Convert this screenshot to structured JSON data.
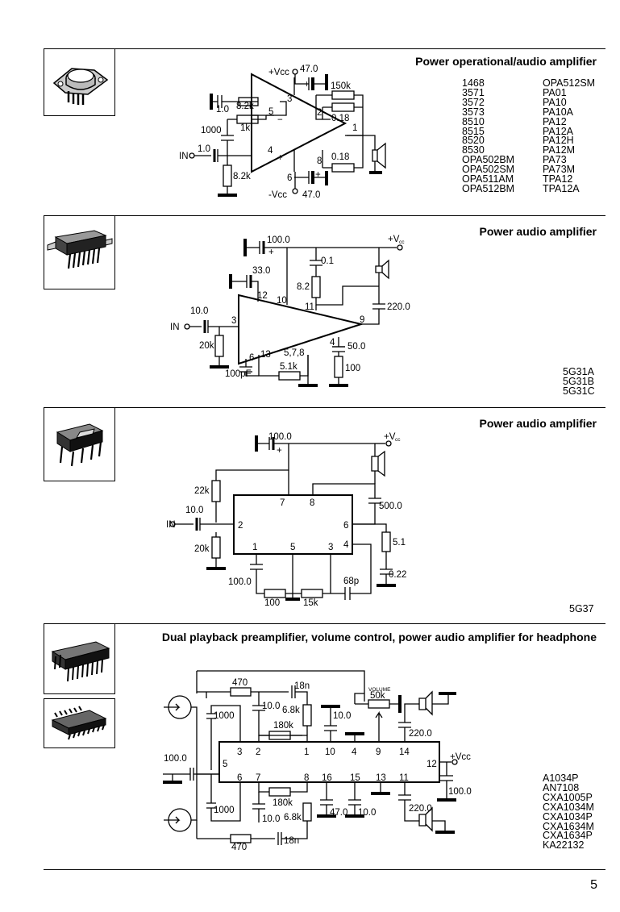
{
  "page_number": "5",
  "sections": [
    {
      "title": "Power operational/audio amplifier",
      "parts_col1": [
        "1468",
        "3571",
        "3572",
        "3573",
        "8510",
        "8515",
        "8520",
        "8530",
        "OPA502BM",
        "OPA502SM",
        "OPA511AM",
        "OPA512BM"
      ],
      "parts_col2": [
        "OPA512SM",
        "PA01",
        "PA10",
        "PA10A",
        "PA12",
        "PA12A",
        "PA12H",
        "PA12M",
        "PA73",
        "PA73M",
        "TPA12",
        "TPA12A"
      ],
      "labels": {
        "vcc_pos": "+Vcc",
        "c_top": "47.0",
        "r_fb": "150k",
        "r_82k_top": "8.2k",
        "c_10": "1.0",
        "pin5": "5",
        "minus": "−",
        "pin3": "3",
        "pin2": "2",
        "r_018_top": "0.18",
        "pin1": "1",
        "c_1000": "1000",
        "r_1k": "1k",
        "in": "IN",
        "c_in": "1.0",
        "pin4": "4",
        "plus": "+",
        "pin8": "8",
        "r_018_bot": "0.18",
        "r_82k_bot": "8.2k",
        "pin6": "6",
        "vcc_neg": "-Vcc",
        "c_bot": "47.0",
        "cap_plus1": "+",
        "cap_plus2": "+"
      }
    },
    {
      "title": "Power audio amplifier",
      "parts": [
        "5G31A",
        "5G31B",
        "5G31C"
      ],
      "labels": {
        "c_100": "100.0",
        "vcc": "+V",
        "vcc_sub": "cc",
        "c_01": "0.1",
        "c_33": "33.0",
        "r_82": "8.2",
        "pin12": "12",
        "pin10": "10",
        "pin11": "11",
        "c_220": "220.0",
        "c_in": "10.0",
        "in": "IN",
        "pin3": "3",
        "pin9": "9",
        "r_20k": "20k",
        "pin4": "4",
        "c_50": "50.0",
        "pin6": "6",
        "pin13": "13",
        "pins578": "5,7,8",
        "c_100pf": "100pF",
        "r_51k": "5.1k",
        "r_100": "100",
        "plus": "+"
      }
    },
    {
      "title": "Power audio amplifier",
      "parts": [
        "5G37"
      ],
      "labels": {
        "c_100": "100.0",
        "vcc": "+V",
        "vcc_sub": "cc",
        "r_22k": "22k",
        "pin7": "7",
        "pin8": "8",
        "c_500": "500.0",
        "c_in": "10.0",
        "in": "IN",
        "pin2": "2",
        "pin6": "6",
        "r_51": "5.1",
        "r_20k": "20k",
        "pin1": "1",
        "pin5": "5",
        "pin3": "3",
        "pin4": "4",
        "c_100b": "100.0",
        "c_022": "0.22",
        "c_68p": "68p",
        "r_100": "100",
        "r_15k": "15k",
        "plus": "+"
      }
    },
    {
      "title": "Dual playback preamplifier, volume control, power audio amplifier for headphone",
      "parts": [
        "A1034P",
        "AN7108",
        "CXA1005P",
        "CXA1034M",
        "CXA1034P",
        "CXA1634M",
        "CXA1634P",
        "KA22132"
      ],
      "labels": {
        "r_470_top": "470",
        "c_18n_top": "18n",
        "volume": "VOLUME",
        "r_50k": "50k",
        "c_1000_top": "1000",
        "c_10_a": "10.0",
        "r_68k_top": "6.8k",
        "c_10_b": "10.0",
        "r_180k_top": "180k",
        "c_220_top": "220.0",
        "pin3": "3",
        "pin2": "2",
        "pin1": "1",
        "pin10": "10",
        "pin4": "4",
        "pin9": "9",
        "pin14": "14",
        "vcc": "+Vcc",
        "c_100_in": "100.0",
        "pin5": "5",
        "pin12": "12",
        "pin6": "6",
        "pin7": "7",
        "pin8": "8",
        "pin16": "16",
        "pin15": "15",
        "pin13": "13",
        "pin11": "11",
        "c_100_vcc": "100.0",
        "r_180k_bot": "180k",
        "c_220_bot": "220.0",
        "c_1000_bot": "1000",
        "c_10_c": "10.0",
        "r_68k_bot": "6.8k",
        "c_47": "47.0",
        "c_10_d": "10.0",
        "r_470_bot": "470",
        "c_18n_bot": "18n",
        "plus": "+"
      }
    }
  ]
}
